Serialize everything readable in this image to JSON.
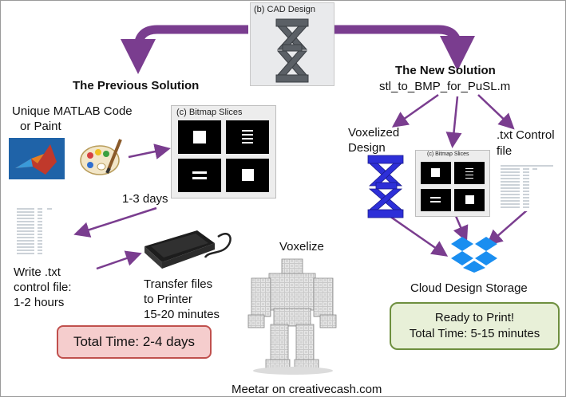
{
  "cad_design": {
    "label": "(b) CAD Design"
  },
  "previous": {
    "heading": "The Previous Solution",
    "code_label_line1": "Unique MATLAB Code",
    "code_label_line2": "or Paint",
    "days": "1-3 days",
    "write_line1": "Write .txt",
    "write_line2": "control file:",
    "write_line3": "1-2 hours",
    "transfer_line1": "Transfer files",
    "transfer_line2": "to Printer",
    "transfer_line3": "15-20 minutes",
    "total": "Total Time: 2-4 days"
  },
  "new_solution": {
    "heading": "The New Solution",
    "script": "stl_to_BMP_for_PuSL.m",
    "voxelized_line1": "Voxelized",
    "voxelized_line2": "Design",
    "txt_line1": ".txt Control",
    "txt_line2": "file",
    "cloud": "Cloud Design Storage",
    "ready_line1": "Ready to Print!",
    "ready_line2": "Total Time: 5-15 minutes"
  },
  "bitmap_slices_label": "(c) Bitmap Slices",
  "voxelize_label": "Voxelize",
  "credit": "Meetar on creativecash.com",
  "colors": {
    "arrow": "#7a3d8f",
    "red_box": "#f5cdcd",
    "green_box": "#e8f0d8",
    "dropbox": "#1a8ef0",
    "voxel_blue": "#2d2fd8"
  },
  "icons": [
    "matlab-icon",
    "paint-palette-icon",
    "hard-drive-icon",
    "dropbox-icon",
    "text-file-icon"
  ]
}
